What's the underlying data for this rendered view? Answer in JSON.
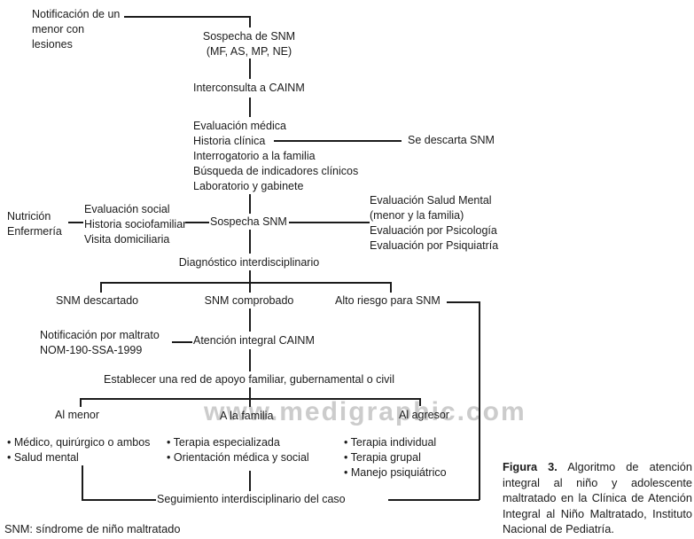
{
  "diagram": {
    "nodes": {
      "notificacion": {
        "lines": [
          "Notificación de un",
          "menor con",
          "lesiones"
        ]
      },
      "sospecha1": {
        "lines": [
          "Sospecha de SNM",
          "(MF, AS, MP, NE)"
        ]
      },
      "interconsulta": {
        "label": "Interconsulta a CAINM"
      },
      "evaluacion_medica": {
        "lines": [
          "Evaluación médica",
          "Historia clínica",
          "Interrogatorio a la familia",
          "Búsqueda de indicadores clínicos",
          "Laboratorio y gabinete"
        ]
      },
      "se_descarta": {
        "label": "Se descarta SNM"
      },
      "nutricion": {
        "lines": [
          "Nutrición",
          "Enfermería"
        ]
      },
      "evaluacion_social": {
        "lines": [
          "Evaluación social",
          "Historia sociofamiliar",
          "Visita domiciliaria"
        ]
      },
      "sospecha2": {
        "label": "Sospecha SNM"
      },
      "salud_mental": {
        "lines": [
          "Evaluación Salud Mental",
          "(menor y la familia)",
          "Evaluación por Psicología",
          "Evaluación por Psiquiatría"
        ]
      },
      "diagnostico": {
        "label": "Diagnóstico interdisciplinario"
      },
      "snm_descartado": {
        "label": "SNM descartado"
      },
      "snm_comprobado": {
        "label": "SNM comprobado"
      },
      "alto_riesgo": {
        "label": "Alto riesgo para SNM"
      },
      "notificacion_maltrato": {
        "lines": [
          "Notificación por maltrato",
          "NOM-190-SSA-1999"
        ]
      },
      "atencion_integral": {
        "label": "Atención integral CAINM"
      },
      "establecer_red": {
        "label": "Establecer una red de apoyo familiar, gubernamental o civil"
      },
      "al_menor": {
        "label": "Al menor"
      },
      "a_la_familia": {
        "label": "A la familia"
      },
      "al_agresor": {
        "label": "Al agresor"
      },
      "menor_items": [
        "• Médico, quirúrgico o ambos",
        "• Salud mental"
      ],
      "familia_items": [
        "• Terapia especializada",
        "• Orientación médica y social"
      ],
      "agresor_items": [
        "• Terapia individual",
        "• Terapia grupal",
        "• Manejo psiquiátrico"
      ],
      "seguimiento": {
        "label": "Seguimiento interdisciplinario del caso"
      }
    },
    "watermark": "www.medigraphic.com",
    "footnote": "SNM: síndrome de niño maltratado"
  },
  "caption": {
    "label": "Figura 3.",
    "text": "Algoritmo de atención integral al niño y adolescente maltratado en la Clínica de Atención Integral al Niño Maltratado, Instituto Nacional de Pediatría."
  },
  "colors": {
    "text": "#1b1b1b",
    "line": "#1b1b1b",
    "watermark": "#cccccc",
    "background": "#ffffff"
  }
}
